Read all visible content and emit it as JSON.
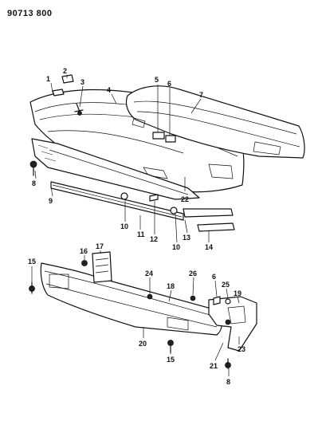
{
  "diagram": {
    "reference_number": "90713 800",
    "callouts": [
      "1",
      "2",
      "3",
      "4",
      "5",
      "6",
      "7",
      "8",
      "9",
      "22",
      "10",
      "11",
      "12",
      "13",
      "10",
      "14",
      "15",
      "16",
      "17",
      "24",
      "18",
      "26",
      "6",
      "25",
      "19",
      "20",
      "15",
      "21",
      "23",
      "8"
    ]
  }
}
